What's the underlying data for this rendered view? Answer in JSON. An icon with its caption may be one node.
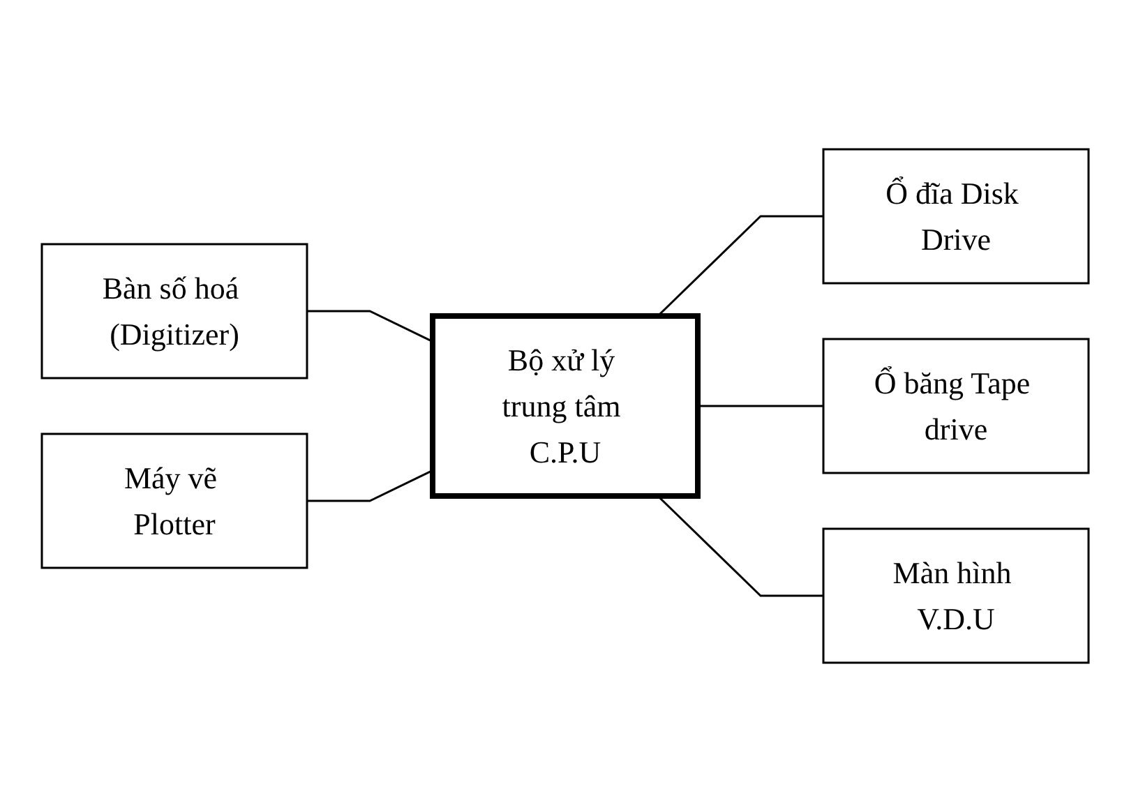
{
  "diagram": {
    "nodes": [
      {
        "text": [
          "Bàn số hoá (Digitizer)"
        ]
      },
      {
        "text": [
          "Ổ đĩa Disk Drive"
        ]
      },
      {
        "text": [
          "Bộ xử lý trung tâm C.P.U"
        ]
      },
      {
        "text": [
          "Máy vẽ Plotter"
        ]
      },
      {
        "text": [
          "Ổ băng Tape drive"
        ]
      },
      {
        "text": [
          "Màn hình V.D.U"
        ]
      }
    ],
    "edges": [
      {
        "from": 0,
        "to": 2,
        "arrow": "none"
      },
      {
        "from": 2,
        "to": 1,
        "arrow": "none"
      },
      {
        "from": 3,
        "to": 2,
        "arrow": "none"
      },
      {
        "from": 2,
        "to": 4,
        "arrow": "none"
      },
      {
        "from": 2,
        "to": 5,
        "arrow": "none"
      }
    ]
  }
}
